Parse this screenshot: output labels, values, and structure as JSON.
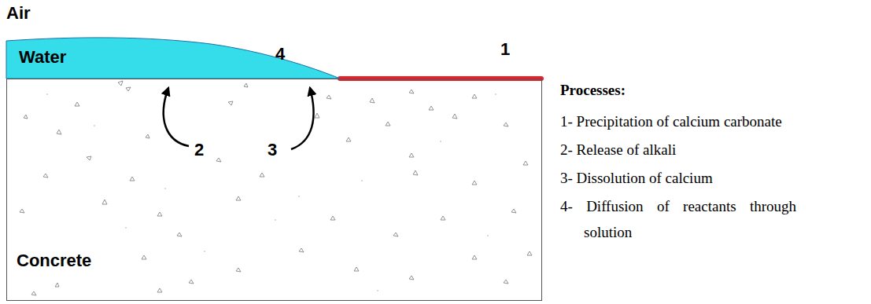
{
  "diagram": {
    "nodes": [
      {
        "text": [
          "Water"
        ]
      },
      {
        "text": [
          "Concrete"
        ]
      }
    ],
    "labels": [
      "Air",
      "1",
      "2",
      "3",
      "4",
      "Processes:",
      "1- Precipitation of calcium carbonate",
      "2- Release of alkali",
      "3- Dissolution of calcium",
      "4- Diffusion of reactants through solution"
    ]
  }
}
